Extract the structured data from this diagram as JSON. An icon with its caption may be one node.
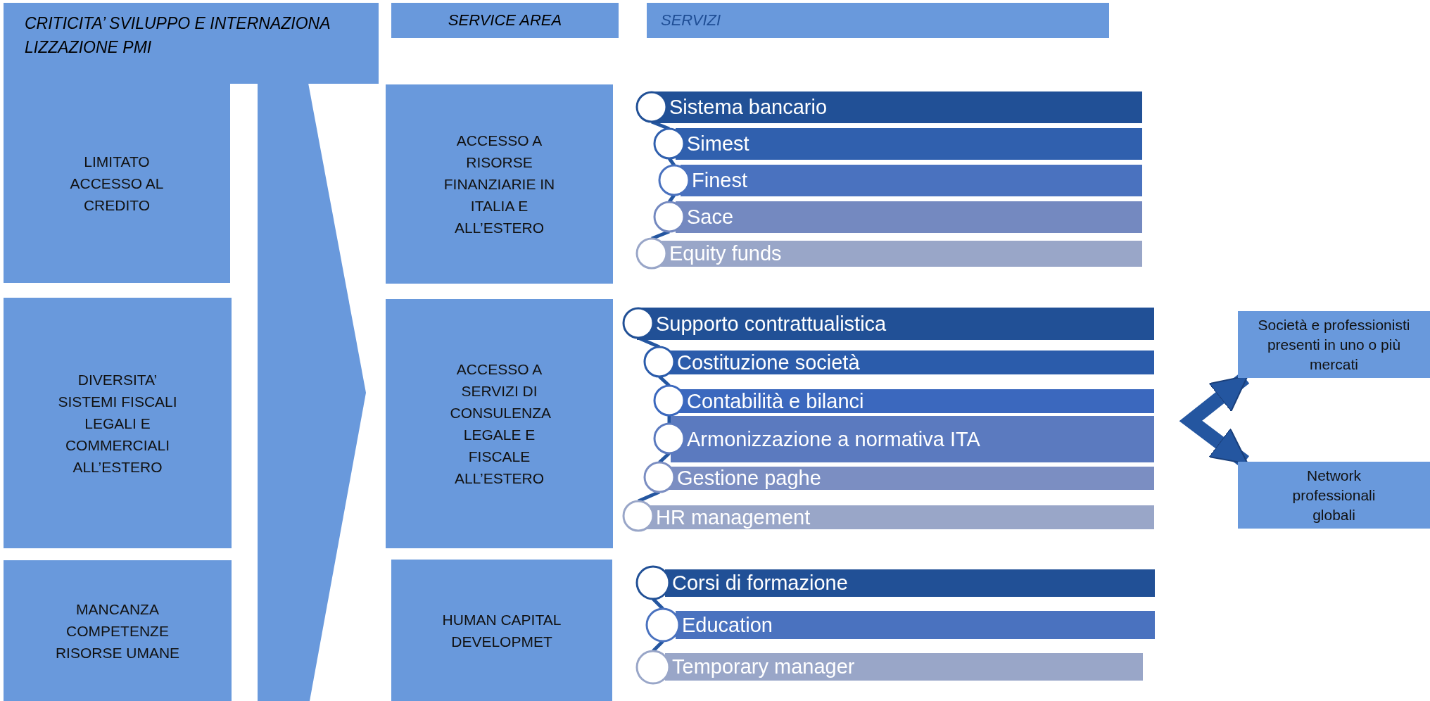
{
  "diagram": {
    "nodes": [
      {
        "text": [
          "CRITICITA’ SVILUPPO E INTERNAZIONA LIZZAZIONE PMI"
        ]
      },
      {
        "text": [
          "SERVICE AREA"
        ]
      },
      {
        "text": [
          "SERVIZI"
        ]
      },
      {
        "text": [
          "LIMITATO ACCESSO AL CREDITO"
        ]
      },
      {
        "text": [
          "DIVERSITA’ SISTEMI FISCALI LEGALI E COMMERCIALI ALL’ESTERO"
        ]
      },
      {
        "text": [
          "MANCANZA COMPETENZE RISORSE UMANE"
        ]
      },
      {
        "text": [],
        "shape": "chevron"
      },
      {
        "text": [
          "ACCESSO A RISORSE FINANZIARIE IN ITALIA E ALL’ESTERO"
        ]
      },
      {
        "text": [
          "Sistema bancario"
        ]
      },
      {
        "text": [
          "Simest"
        ]
      },
      {
        "text": [
          "Finest"
        ]
      },
      {
        "text": [
          "Sace"
        ]
      },
      {
        "text": [
          "Equity funds"
        ]
      },
      {
        "text": [
          "ACCESSO A SERVIZI DI CONSULENZA LEGALE E FISCALE ALL’ESTERO"
        ]
      },
      {
        "text": [
          "Supporto contrattualistica"
        ]
      },
      {
        "text": [
          "Costituzione società"
        ]
      },
      {
        "text": [
          "Contabilità e bilanci"
        ]
      },
      {
        "text": [
          "Armonizzazione a normativa ITA"
        ]
      },
      {
        "text": [
          "Gestione paghe"
        ]
      },
      {
        "text": [
          "HR management"
        ]
      },
      {
        "text": [
          "Società e professionisti presenti in uno o più mercati"
        ]
      },
      {
        "text": [
          "Network professionali globali"
        ]
      },
      {
        "text": [
          "HUMAN CAPITAL DEVELOPMET"
        ]
      },
      {
        "text": [
          "Corsi di formazione"
        ]
      },
      {
        "text": [
          "Education"
        ]
      },
      {
        "text": [
          "Temporary manager"
        ]
      }
    ],
    "edges": [
      {
        "from": 8,
        "to": 9,
        "arrow": "none"
      },
      {
        "from": 9,
        "to": 10,
        "arrow": "none"
      },
      {
        "from": 10,
        "to": 11,
        "arrow": "none"
      },
      {
        "from": 11,
        "to": 12,
        "arrow": "none"
      },
      {
        "from": 14,
        "to": 15,
        "arrow": "none"
      },
      {
        "from": 15,
        "to": 16,
        "arrow": "none"
      },
      {
        "from": 16,
        "to": 17,
        "arrow": "none"
      },
      {
        "from": 17,
        "to": 18,
        "arrow": "none"
      },
      {
        "from": 18,
        "to": 19,
        "arrow": "none"
      },
      {
        "from": 20,
        "to": 21,
        "arrow": "both",
        "style": "thick"
      },
      {
        "from": 23,
        "to": 24,
        "arrow": "none"
      },
      {
        "from": 24,
        "to": 25,
        "arrow": "none"
      }
    ]
  }
}
